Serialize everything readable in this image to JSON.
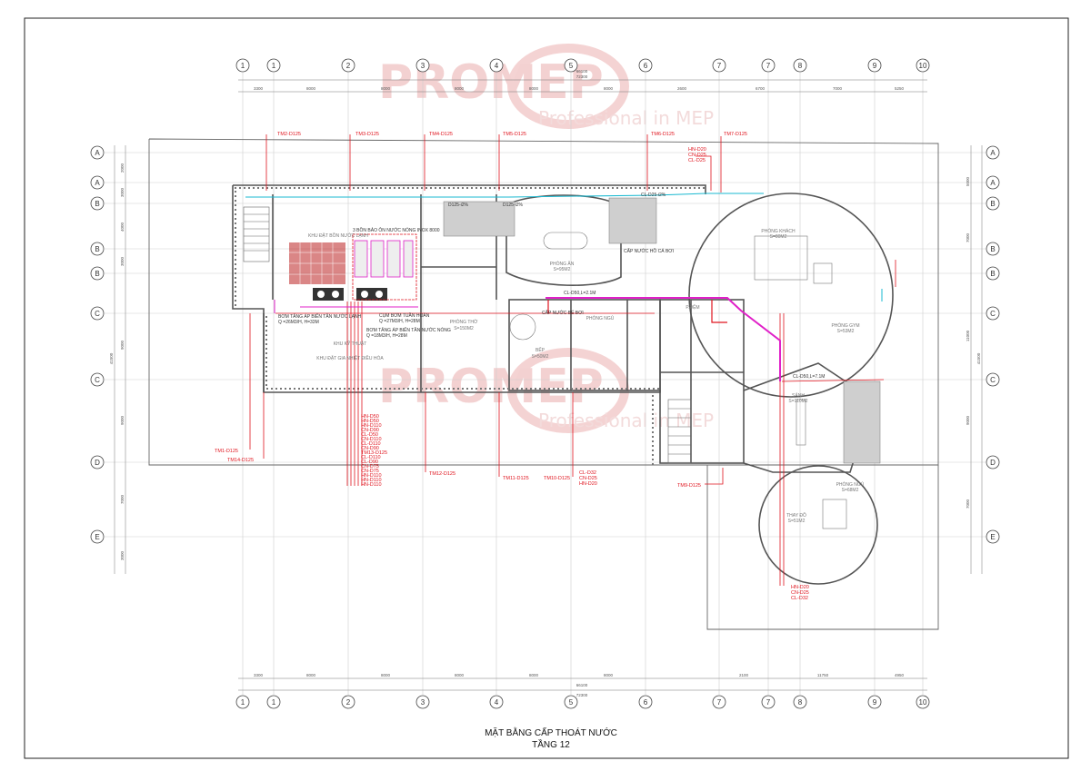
{
  "drawing": {
    "title_line1": "MẶT BẰNG CẤP THOÁT NƯỚC",
    "title_line2": "TẦNG 12"
  },
  "watermark": {
    "brand": "PROMEP",
    "tagline": "Professional in MEP"
  },
  "grid": {
    "columns": [
      "1",
      "1",
      "2",
      "3",
      "4",
      "5",
      "6",
      "7",
      "7",
      "8",
      "9",
      "10"
    ],
    "rows": [
      "A",
      "A",
      "B",
      "B",
      "B",
      "C",
      "C",
      "D",
      "E"
    ]
  },
  "dimensions": {
    "top_total": "72300",
    "top_sub_total": "66100",
    "top_segments": [
      "3300",
      "8000",
      "8000",
      "8000",
      "8000",
      "8000",
      "2600",
      "6700",
      "7000",
      "5250"
    ],
    "bottom_segments": [
      "3300",
      "8000",
      "8000",
      "8000",
      "8000",
      "8000",
      "2100",
      "11750",
      "4950"
    ],
    "bottom_total": "72300",
    "bottom_sub_total": "66100",
    "left_total": "41500",
    "left_segments": [
      "2000",
      "3000",
      "4000",
      "3000",
      "9000",
      "9000",
      "7000",
      "3000"
    ],
    "right_total": "41500",
    "right_segments": [
      "5000",
      "7000",
      "11000",
      "9000",
      "7000"
    ]
  },
  "risers": {
    "top": [
      "TM2-D125",
      "TM3-D125",
      "TM4-D125",
      "TM5-D125",
      "TM6-D125",
      "TM7-D125"
    ],
    "bottom": [
      "TM12-D125",
      "TM11-D125",
      "TM10-D125"
    ],
    "left": [
      "TM1-D125",
      "TM14-D125"
    ],
    "right": [
      "TM9-D125"
    ],
    "stack_left": [
      "HN-D50",
      "HN-D50",
      "HN-D110",
      "CN-D90",
      "CL-D50",
      "CN-D110",
      "CL-D110",
      "CN-D90",
      "TM13-D125",
      "CL-D110",
      "CL-D90",
      "CN-D75",
      "CN-D75",
      "HN-D110",
      "HN-D110",
      "HN-D110"
    ],
    "stack_top_right": [
      "HN-D20",
      "CN-D25",
      "CL-D25"
    ],
    "stack_bottom_mid": [
      "CL-D32",
      "CN-D25",
      "HN-D20"
    ],
    "stack_bottom_right": [
      "HN-D20",
      "CN-D25",
      "CL-D32"
    ]
  },
  "rooms": [
    {
      "name": "KHU ĐẶT BỒN NƯỚC LẠNH"
    },
    {
      "name": "KHU ĐẶT GIA NHIỆT ĐIỀU HÒA"
    },
    {
      "name": "KHU KỸ THUẬT"
    },
    {
      "name": "PHÒNG ĂN",
      "area": "S=95M2"
    },
    {
      "name": "PHÒNG THỜ",
      "area": "S=150M2"
    },
    {
      "name": "BẾP",
      "area": "S=50M2"
    },
    {
      "name": "PHÒNG KHÁCH",
      "area": "S=80M2"
    },
    {
      "name": "PHÒNG GYM",
      "area": "S=53M2"
    },
    {
      "name": "PHÒNG NGỦ",
      "area": "S=68M2"
    },
    {
      "name": "THAY ĐỒ",
      "area": "S=51M2"
    },
    {
      "name": "P.ĐỆM"
    },
    {
      "name": "SẢNH",
      "area": "S=110M2"
    },
    {
      "name": "PHÒNG NGỦ"
    }
  ],
  "annotations": {
    "water_heater": "3 BỒN BẢO ÔN NƯỚC NÓNG INOX 8000",
    "hot_pump_label": "CỤM BƠM TUẦN HOÀN",
    "hot_pump_spec": "Q =27M3/H, H=28M",
    "booster1_label": "BƠM TĂNG ÁP BIẾN TẦN NƯỚC LẠNH",
    "booster1_spec": "Q =26M3/H, H=33M",
    "booster2_label": "BƠM TĂNG ÁP BIẾN TẦN NƯỚC NÓNG",
    "booster2_spec": "Q =18M3/H, H=28M",
    "supply_note": "CẤP NƯỚC BỂ BƠI",
    "supply_note2": "CẤP NƯỚC HỒ CÁ BƠI",
    "pipe_note1": "CL-D50,L=2.1M",
    "pipe_note2": "CL-D50,L=7.1M",
    "slope1": "D125-i2%",
    "slope2": "D125-i2%",
    "slope3": "CL-D25-i2%"
  },
  "colors": {
    "pipe_red": "#e0141e",
    "pipe_magenta": "#e020c8",
    "pipe_cyan": "#18b8d0",
    "wall": "#555555",
    "grid": "#c8c8c8"
  }
}
